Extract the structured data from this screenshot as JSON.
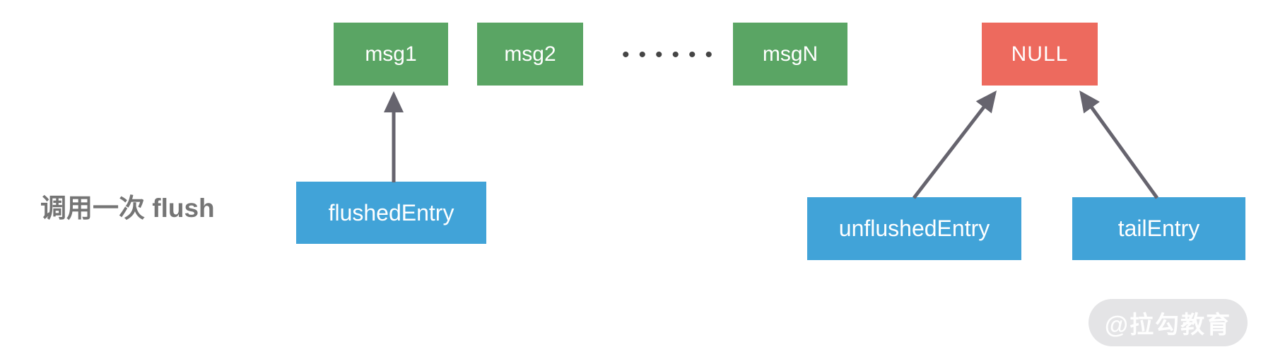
{
  "diagram": {
    "caption": "调用一次 flush",
    "ellipsis": "••••••",
    "watermark": "@拉勾教育",
    "nodes": {
      "msg1": {
        "label": "msg1",
        "color": "#5aa564"
      },
      "msg2": {
        "label": "msg2",
        "color": "#5aa564"
      },
      "msgN": {
        "label": "msgN",
        "color": "#5aa564"
      },
      "null_node": {
        "label": "NULL",
        "color": "#ed6a5e"
      },
      "flushed_entry": {
        "label": "flushedEntry",
        "color": "#41a3d8"
      },
      "unflushed_entry": {
        "label": "unflushedEntry",
        "color": "#41a3d8"
      },
      "tail_entry": {
        "label": "tailEntry",
        "color": "#41a3d8"
      }
    },
    "arrows": [
      {
        "from": "flushedEntry",
        "to": "msg1"
      },
      {
        "from": "unflushedEntry",
        "to": "NULL"
      },
      {
        "from": "tailEntry",
        "to": "NULL"
      }
    ],
    "colors": {
      "arrow": "#66646e",
      "caption_text": "#757575",
      "node_text": "#ffffff",
      "dots": "#454545",
      "watermark_bg": "#e4e4e6",
      "watermark_text": "#ffffff",
      "background": "#ffffff"
    }
  }
}
